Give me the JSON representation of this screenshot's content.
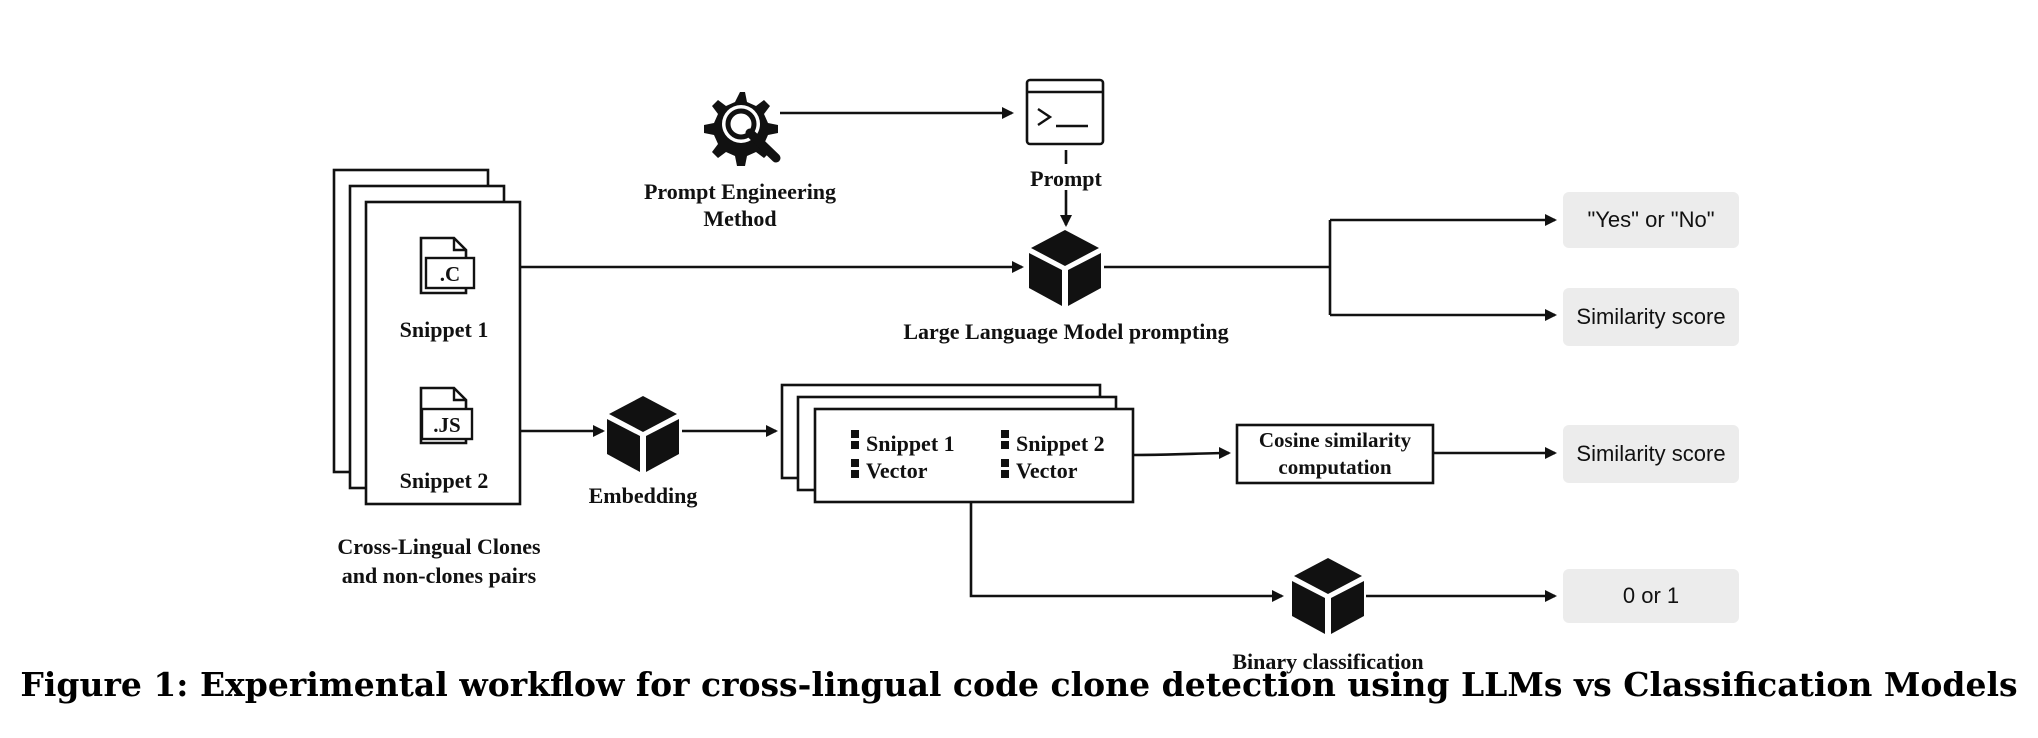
{
  "diagram": {
    "stack_label_line1": "Cross-Lingual Clones",
    "stack_label_line2": "and non-clones pairs",
    "snippet1_label": "Snippet 1",
    "snippet2_label": "Snippet 2",
    "file1_ext": ".C",
    "file2_ext": ".JS",
    "prompt_method_line1": "Prompt Engineering",
    "prompt_method_line2": "Method",
    "prompt_label": "Prompt",
    "llm_label": "Large Language Model prompting",
    "embedding_label": "Embedding",
    "vector1_line1": "Snippet 1",
    "vector1_line2": "Vector",
    "vector2_line1": "Snippet 2",
    "vector2_line2": "Vector",
    "cosine_line1": "Cosine similarity",
    "cosine_line2": "computation",
    "classifier_label": "Binary classification",
    "outputs": {
      "yes_no": "\"Yes\" or \"No\"",
      "llm_similarity": "Similarity score",
      "cosine_similarity": "Similarity score",
      "binary": "0 or 1"
    },
    "pill_color": "#ececec"
  },
  "caption": "Figure 1: Experimental workflow for cross-lingual code clone detection using LLMs vs Classification Models"
}
